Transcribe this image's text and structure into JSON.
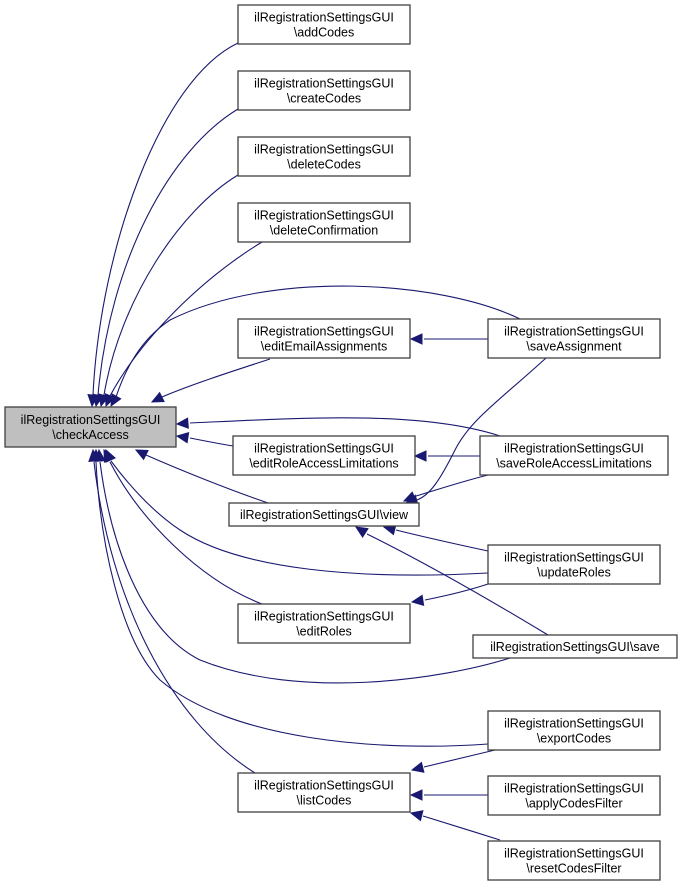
{
  "diagram": {
    "title": "ilRegistrationSettingsGUI::checkAccess caller graph",
    "edge_color": "#191970",
    "focus_fill": "#bfbfbf",
    "nodes": [
      {
        "id": "checkAccess",
        "lines": [
          "ilRegistrationSettingsGUI",
          "\\checkAccess"
        ],
        "focus": true
      },
      {
        "id": "addCodes",
        "lines": [
          "ilRegistrationSettingsGUI",
          "\\addCodes"
        ]
      },
      {
        "id": "createCodes",
        "lines": [
          "ilRegistrationSettingsGUI",
          "\\createCodes"
        ]
      },
      {
        "id": "deleteCodes",
        "lines": [
          "ilRegistrationSettingsGUI",
          "\\deleteCodes"
        ]
      },
      {
        "id": "deleteConfirmation",
        "lines": [
          "ilRegistrationSettingsGUI",
          "\\deleteConfirmation"
        ]
      },
      {
        "id": "editEmailAssignments",
        "lines": [
          "ilRegistrationSettingsGUI",
          "\\editEmailAssignments"
        ]
      },
      {
        "id": "editRoleAccessLimitations",
        "lines": [
          "ilRegistrationSettingsGUI",
          "\\editRoleAccessLimitations"
        ]
      },
      {
        "id": "view",
        "lines": [
          "ilRegistrationSettingsGUI\\view"
        ]
      },
      {
        "id": "editRoles",
        "lines": [
          "ilRegistrationSettingsGUI",
          "\\editRoles"
        ]
      },
      {
        "id": "listCodes",
        "lines": [
          "ilRegistrationSettingsGUI",
          "\\listCodes"
        ]
      },
      {
        "id": "saveAssignment",
        "lines": [
          "ilRegistrationSettingsGUI",
          "\\saveAssignment"
        ]
      },
      {
        "id": "saveRoleAccessLimitations",
        "lines": [
          "ilRegistrationSettingsGUI",
          "\\saveRoleAccessLimitations"
        ]
      },
      {
        "id": "updateRoles",
        "lines": [
          "ilRegistrationSettingsGUI",
          "\\updateRoles"
        ]
      },
      {
        "id": "save",
        "lines": [
          "ilRegistrationSettingsGUI\\save"
        ]
      },
      {
        "id": "exportCodes",
        "lines": [
          "ilRegistrationSettingsGUI",
          "\\exportCodes"
        ]
      },
      {
        "id": "applyCodesFilter",
        "lines": [
          "ilRegistrationSettingsGUI",
          "\\applyCodesFilter"
        ]
      },
      {
        "id": "resetCodesFilter",
        "lines": [
          "ilRegistrationSettingsGUI",
          "\\resetCodesFilter"
        ]
      }
    ],
    "edges": [
      {
        "from": "addCodes",
        "to": "checkAccess"
      },
      {
        "from": "createCodes",
        "to": "checkAccess"
      },
      {
        "from": "deleteCodes",
        "to": "checkAccess"
      },
      {
        "from": "deleteConfirmation",
        "to": "checkAccess"
      },
      {
        "from": "saveAssignment",
        "to": "checkAccess"
      },
      {
        "from": "editEmailAssignments",
        "to": "checkAccess"
      },
      {
        "from": "saveRoleAccessLimitations",
        "to": "checkAccess"
      },
      {
        "from": "editRoleAccessLimitations",
        "to": "checkAccess"
      },
      {
        "from": "view",
        "to": "checkAccess"
      },
      {
        "from": "updateRoles",
        "to": "checkAccess"
      },
      {
        "from": "editRoles",
        "to": "checkAccess"
      },
      {
        "from": "save",
        "to": "checkAccess"
      },
      {
        "from": "exportCodes",
        "to": "checkAccess"
      },
      {
        "from": "listCodes",
        "to": "checkAccess"
      },
      {
        "from": "saveAssignment",
        "to": "editEmailAssignments"
      },
      {
        "from": "saveRoleAccessLimitations",
        "to": "editRoleAccessLimitations"
      },
      {
        "from": "saveAssignment",
        "to": "view"
      },
      {
        "from": "saveRoleAccessLimitations",
        "to": "view"
      },
      {
        "from": "updateRoles",
        "to": "view"
      },
      {
        "from": "save",
        "to": "view"
      },
      {
        "from": "updateRoles",
        "to": "editRoles"
      },
      {
        "from": "exportCodes",
        "to": "listCodes"
      },
      {
        "from": "applyCodesFilter",
        "to": "listCodes"
      },
      {
        "from": "resetCodesFilter",
        "to": "listCodes"
      }
    ]
  }
}
